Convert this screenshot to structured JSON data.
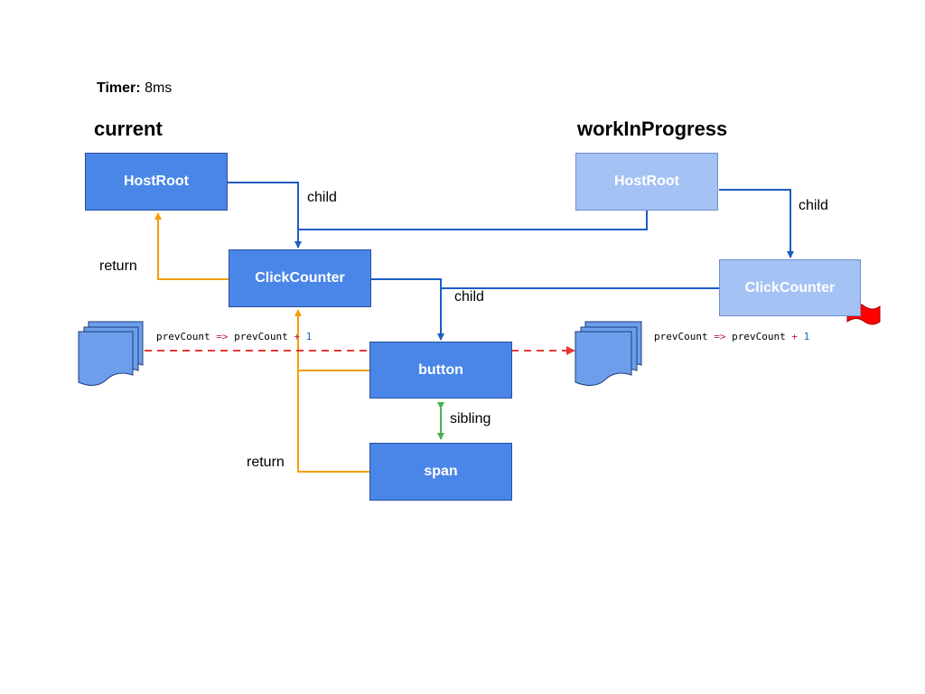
{
  "timer": {
    "label": "Timer:",
    "value": "8ms"
  },
  "trees": {
    "current": {
      "heading": "current"
    },
    "work_in_progress": {
      "heading": "workInProgress"
    }
  },
  "nodes": {
    "current_hostroot": "HostRoot",
    "current_clickcounter": "ClickCounter",
    "button": "button",
    "span": "span",
    "wip_hostroot": "HostRoot",
    "wip_clickcounter": "ClickCounter"
  },
  "edge_labels": {
    "child_1": "child",
    "child_2": "child",
    "child_3": "child",
    "return_1": "return",
    "return_2": "return",
    "sibling": "sibling"
  },
  "update_queue": {
    "current": {
      "param": "prevCount",
      "arrow": "=>",
      "expr": "prevCount",
      "plus": "+",
      "num": "1"
    },
    "wip": {
      "param": "prevCount",
      "arrow": "=>",
      "expr": "prevCount",
      "plus": "+",
      "num": "1"
    }
  },
  "colors": {
    "node_dark": "#4a86e8",
    "node_light": "#a4c2f4",
    "child_edge": "#1c5cc5",
    "return_edge": "#f59e0b",
    "sibling_edge": "#4caf50",
    "effect_arrow": "#e53935",
    "flag": "#ff0000"
  },
  "icons": [
    "update-queue-icon",
    "effect-flag-icon"
  ]
}
